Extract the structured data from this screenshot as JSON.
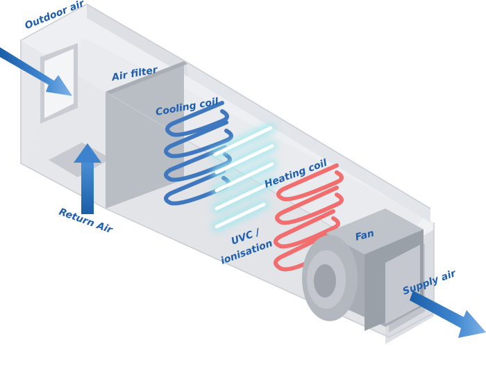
{
  "labels": {
    "outdoor_air": "Outdoor air",
    "air_filter": "Air filter",
    "cooling_coil": "Cooling coil",
    "heating_coil": "Heating coil",
    "uvc_line1": "UVC /",
    "uvc_line2": "ionisation",
    "fan": "Fan",
    "return_air": "Return Air",
    "supply_air": "Supply air"
  },
  "colors": {
    "label": "#1f5fae",
    "arrow": "#1b5ea8",
    "cooling_coil": "#3f78bf",
    "heating_coil": "#f26d6d",
    "uvc_glow": "#9fe9ef",
    "duct_top": "#e6e8ec",
    "duct_side": "#d3d6dc"
  }
}
